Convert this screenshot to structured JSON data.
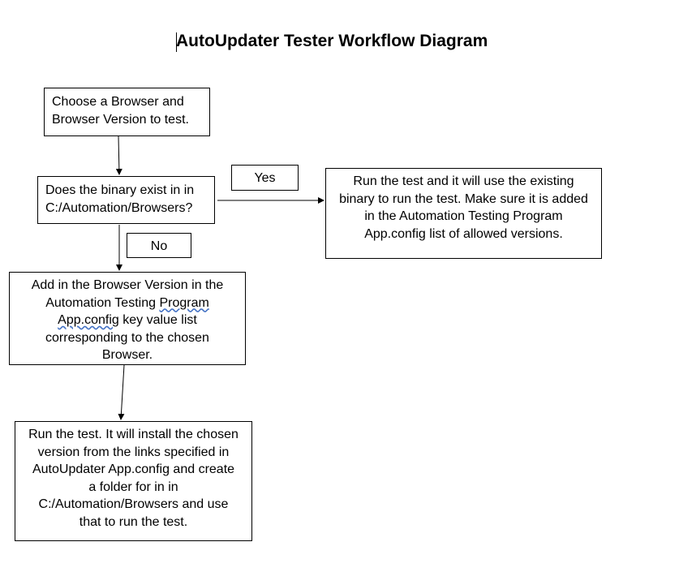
{
  "title": "AutoUpdater Tester Workflow Diagram",
  "nodes": {
    "choose": "Choose a Browser and\nBrowser Version to test.",
    "exists": "Does the binary exist in in\nC:/Automation/Browsers?",
    "yes": "Yes",
    "no": "No",
    "existing": "Run the test and it will use the existing\nbinary to run the test. Make sure it is added\nin the Automation Testing Program\nApp.config list of allowed versions.",
    "add_line1": "Add in the Browser Version in the",
    "add_line2a": "Automation Testing ",
    "add_line2b": "Program",
    "add_line3a": "App.config",
    "add_line3b": " key value list",
    "add_line4": "corresponding to the chosen\nBrowser.",
    "install": "Run the test. It will install the chosen\nversion from the links specified in\nAutoUpdater App.config and create\na folder for in in\nC:/Automation/Browsers and use\nthat to run the test."
  },
  "colors": {
    "border": "#000000",
    "spellcheck_underline": "#4472c4"
  }
}
